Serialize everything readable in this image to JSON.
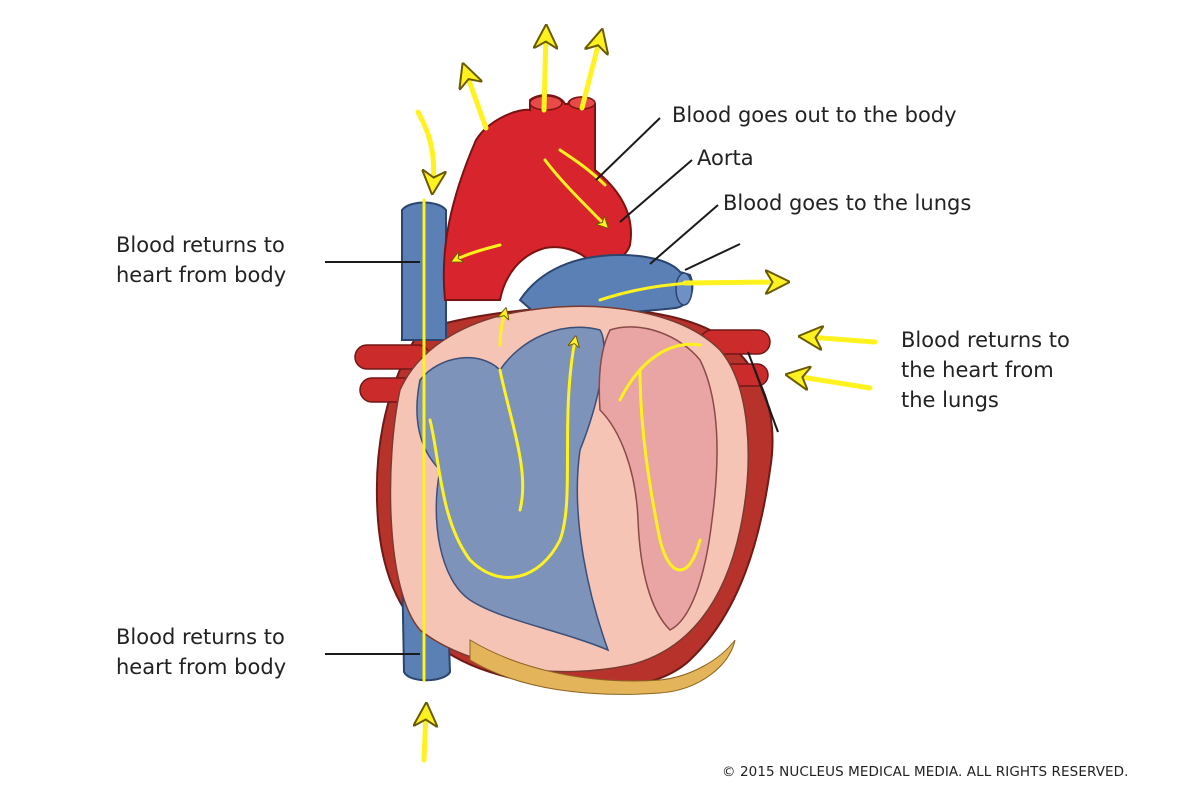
{
  "labels": {
    "blood_out_to_body": "Blood goes out to the body",
    "aorta": "Aorta",
    "blood_to_lungs": "Blood goes to the lungs",
    "returns_from_body_upper": "Blood returns to\nheart from body",
    "returns_from_lungs": "Blood returns to\nthe heart from\nthe lungs",
    "returns_from_body_lower": "Blood returns to\nheart from body"
  },
  "copyright": "© 2015 NUCLEUS MEDICAL MEDIA. ALL RIGHTS RESERVED.",
  "colors": {
    "oxygenated_red": "#d8242c",
    "deoxygenated_blue": "#5b80b5",
    "chamber_blue": "#7d93ba",
    "chamber_pink": "#e9a5a3",
    "wall_pink": "#f6c4b5",
    "flow_arrow_yellow": "#fff21e",
    "leader_line": "#1a1a1a"
  }
}
